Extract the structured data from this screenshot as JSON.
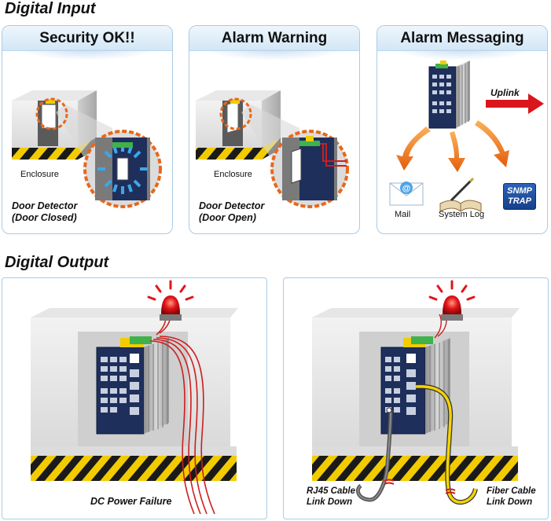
{
  "digital_input": {
    "title": "Digital Input",
    "panels": [
      {
        "header": "Security OK!!",
        "enclosure_label": "Enclosure",
        "detector_line1": "Door Detector",
        "detector_line2": "(Door Closed)"
      },
      {
        "header": "Alarm Warning",
        "enclosure_label": "Enclosure",
        "detector_line1": "Door Detector",
        "detector_line2": "(Door Open)"
      },
      {
        "header": "Alarm Messaging",
        "uplink_label": "Uplink",
        "targets": [
          "Mail",
          "System Log",
          "SNMP TRAP"
        ],
        "snmp_line1": "SNMP",
        "snmp_line2": "TRAP"
      }
    ]
  },
  "digital_output": {
    "title": "Digital Output",
    "left_caption": "DC Power Failure",
    "right_rj45_line1": "RJ45 Cable",
    "right_rj45_line2": "Link Down",
    "right_fiber_line1": "Fiber Cable",
    "right_fiber_line2": "Link Down"
  },
  "colors": {
    "panel_border": "#a9cbe6",
    "header_gradient_top": "#eef6fc",
    "header_gradient_bottom": "#d3e7f6",
    "alarm_orange": "#f07a1a",
    "uplink_red": "#d9161c",
    "hazard_yellow": "#f2cc00",
    "switch_navy": "#1f2f5c",
    "snmp_blue": "#1f4e9c"
  },
  "icons": [
    "enclosure-icon",
    "door-detector-icon",
    "industrial-switch-icon",
    "mail-icon",
    "system-log-icon",
    "snmp-trap-icon",
    "alarm-light-icon",
    "uplink-arrow-icon",
    "cable-icon"
  ]
}
